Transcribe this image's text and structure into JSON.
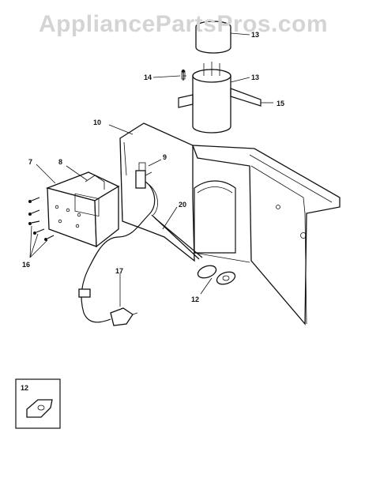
{
  "watermark": "AppliancePartsPros.com",
  "callouts": [
    "13",
    "14",
    "13",
    "15",
    "10",
    "9",
    "7",
    "8",
    "20",
    "16",
    "17",
    "12",
    "12"
  ],
  "inset": {
    "label": "12"
  }
}
